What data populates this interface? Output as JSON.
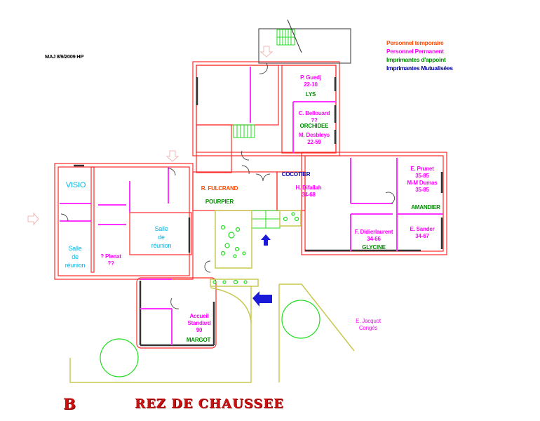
{
  "header": {
    "update_note": "MAJ 8/9/2009  HP"
  },
  "legend": {
    "items": [
      {
        "label": "Personnel temporaire",
        "color": "#ff4a00"
      },
      {
        "label": "Personnel Permanent",
        "color": "#ff00ff"
      },
      {
        "label": "Imprimantes d'appoint",
        "color": "#008c00"
      },
      {
        "label": "Imprimantes Mutualisées",
        "color": "#0000a0"
      }
    ]
  },
  "rooms": {
    "lys": {
      "name": "LYS",
      "occupants": [
        "P. Guedj",
        "22-10"
      ]
    },
    "orchidee": {
      "name": "ORCHIDEE",
      "occupants": [
        "C. Bellouard",
        "??",
        "M. Desbleys",
        "22-59"
      ]
    },
    "pourpier": {
      "name": "POURPIER",
      "occupant": "R. FULCRAND"
    },
    "cocotier": {
      "name": "COCOTIER",
      "occupants": [
        "H. Difallah",
        "34-68"
      ]
    },
    "amandier": {
      "name": "AMANDIER",
      "occupants": [
        "E. Prunet",
        "35-85",
        "M-M Dumas",
        "35-85"
      ]
    },
    "sander": {
      "occupants": [
        "E. Sander",
        "34-67"
      ]
    },
    "glycine": {
      "name": "GLYCINE",
      "occupants": [
        "F. Didierlaurent",
        "34-66"
      ]
    },
    "visio": {
      "name": "VISIO"
    },
    "salle_reunion_left": {
      "lines": [
        "Salle",
        "de",
        "réunion"
      ]
    },
    "salle_reunion_center": {
      "lines": [
        "Salle",
        "de",
        "réunion"
      ]
    },
    "plenat": {
      "occupants": [
        "? Plenat",
        "??"
      ]
    },
    "margot": {
      "name": "MARGOT",
      "occupants": [
        "Accueil",
        "Standard",
        "90"
      ]
    }
  },
  "outside": {
    "absent_note": [
      "E. Jacquot",
      "Congés"
    ]
  },
  "footer": {
    "building": "B",
    "floor": "REZ DE CHAUSSEE"
  },
  "colors": {
    "wall": "#ff2a2a",
    "partition": "#ff33ff",
    "stairs": "#22dd22",
    "landscape": "#c8c850",
    "entry_arrow": "#1a1ad8"
  }
}
